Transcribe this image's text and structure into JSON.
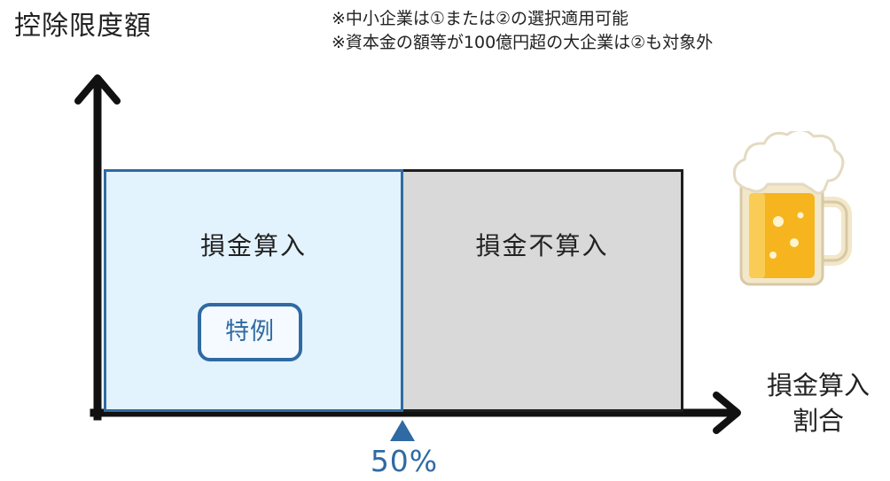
{
  "y_axis": {
    "title": "控除限度額"
  },
  "notes": [
    "※中小企業は①または②の選択適用可能",
    "※資本金の額等が100億円超の大企業は②も対象外"
  ],
  "regions": {
    "left": {
      "label": "損金算入",
      "badge": "特例"
    },
    "right": {
      "label": "損金不算入"
    }
  },
  "x_axis": {
    "title_line1": "損金算入",
    "title_line2": "割合"
  },
  "marker": {
    "label": "50%",
    "value_percent": 50
  },
  "illustration": {
    "icon": "beer-mug-icon"
  },
  "colors": {
    "accent_blue": "#2f6aa3",
    "left_fill": "#e3f3fd",
    "right_fill": "#d9d9d9",
    "axis": "#111111",
    "beer": "#f6b51e",
    "foam": "#ffffff"
  }
}
